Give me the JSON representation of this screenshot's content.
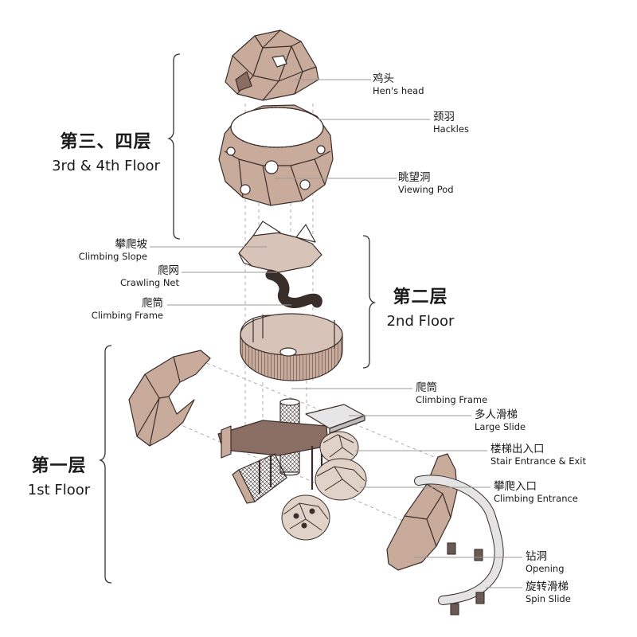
{
  "floors": {
    "upper": {
      "zh": "第三、四层",
      "en": "3rd & 4th Floor"
    },
    "second": {
      "zh": "第二层",
      "en": "2nd Floor"
    },
    "first": {
      "zh": "第一层",
      "en": "1st Floor"
    }
  },
  "components": {
    "hens_head": {
      "zh": "鸡头",
      "en": "Hen's head"
    },
    "hackles": {
      "zh": "颈羽",
      "en": "Hackles"
    },
    "viewing_pod": {
      "zh": "眺望洞",
      "en": "Viewing Pod"
    },
    "climbing_slope": {
      "zh": "攀爬坡",
      "en": "Climbing Slope"
    },
    "crawling_net": {
      "zh": "爬网",
      "en": "Crawling Net"
    },
    "climbing_frame_2f": {
      "zh": "爬筒",
      "en": "Climbing Frame"
    },
    "climbing_frame_1f": {
      "zh": "爬筒",
      "en": "Climbing Frame"
    },
    "large_slide": {
      "zh": "多人滑梯",
      "en": "Large Slide"
    },
    "stair_entrance": {
      "zh": "楼梯出入口",
      "en": "Stair Entrance & Exit"
    },
    "climbing_entrance": {
      "zh": "攀爬入口",
      "en": "Climbing Entrance"
    },
    "opening": {
      "zh": "钻洞",
      "en": "Opening"
    },
    "spin_slide": {
      "zh": "旋转滑梯",
      "en": "Spin Slide"
    }
  },
  "colors": {
    "wood": "#c9ab9b",
    "wood_dark": "#8a6e63",
    "outline": "#3a2e2a",
    "leader": "#9a9a9a",
    "bracket": "#333333",
    "slide": "#d9d9d9"
  }
}
